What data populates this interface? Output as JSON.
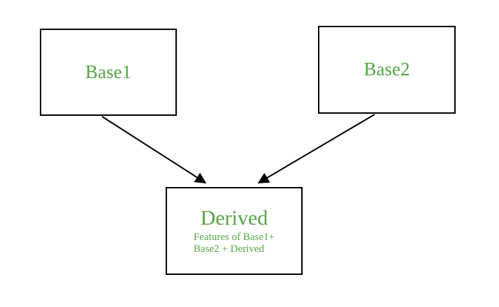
{
  "diagram_type": "inheritance-diagram",
  "colors": {
    "node_text": "#55a545",
    "node_border": "#000000",
    "arrow": "#000000",
    "background": "#ffffff"
  },
  "nodes": {
    "base1": {
      "label": "Base1"
    },
    "base2": {
      "label": "Base2"
    },
    "derived": {
      "label": "Derived",
      "features_line1": "Features of Base1+",
      "features_line2": "Base2 + Derived"
    }
  },
  "edges": [
    {
      "from": "Base1",
      "to": "Derived"
    },
    {
      "from": "Base2",
      "to": "Derived"
    }
  ]
}
